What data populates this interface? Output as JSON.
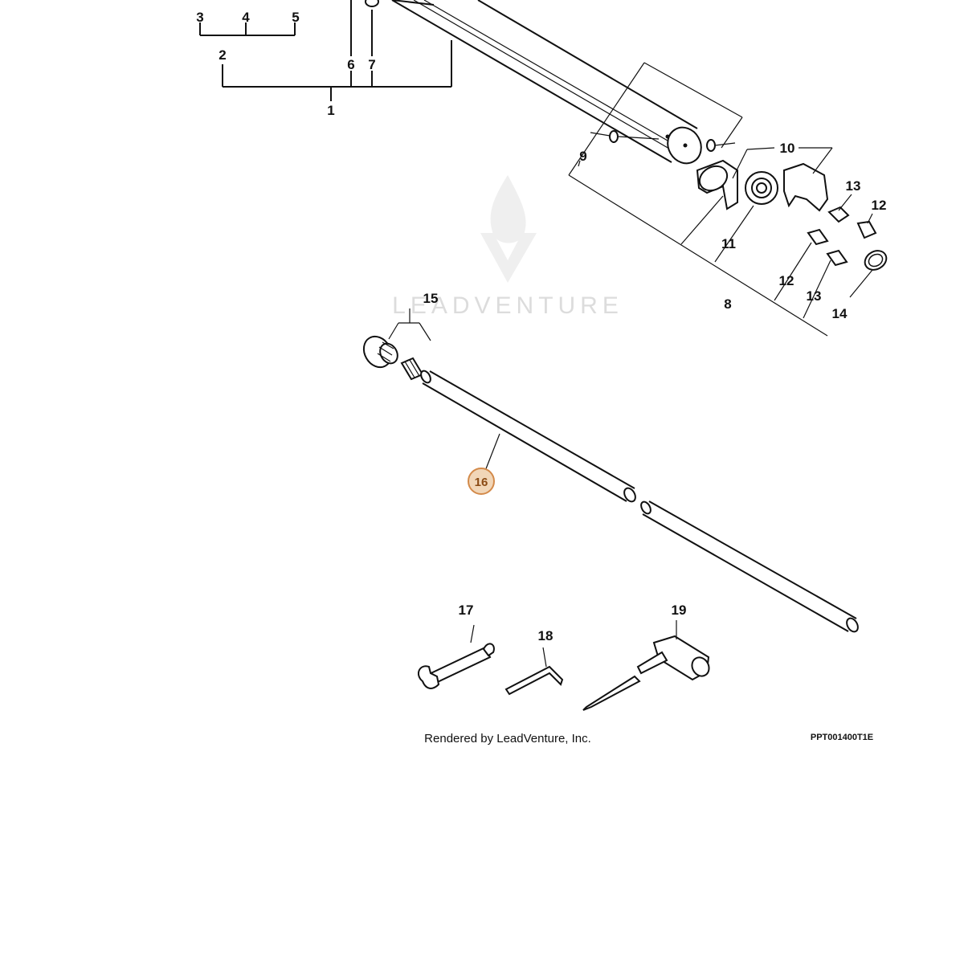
{
  "callouts": {
    "c1": "1",
    "c2": "2",
    "c3": "3",
    "c4": "4",
    "c5": "5",
    "c6": "6",
    "c7": "7",
    "c8": "8",
    "c9": "9",
    "c10": "10",
    "c11": "11",
    "c12a": "12",
    "c12b": "12",
    "c13a": "13",
    "c13b": "13",
    "c14": "14",
    "c15": "15",
    "c16": "16",
    "c17": "17",
    "c18": "18",
    "c19": "19"
  },
  "highlighted_callout": "16",
  "watermark": {
    "text": "LEADVENTURE",
    "icon": "flame-v-logo"
  },
  "footer": {
    "credit": "Rendered by LeadVenture, Inc.",
    "drawing_code": "PPT001400T1E"
  },
  "colors": {
    "highlight_fill": "#f1d6b8",
    "highlight_stroke": "#d38a4a",
    "line": "#111111"
  }
}
